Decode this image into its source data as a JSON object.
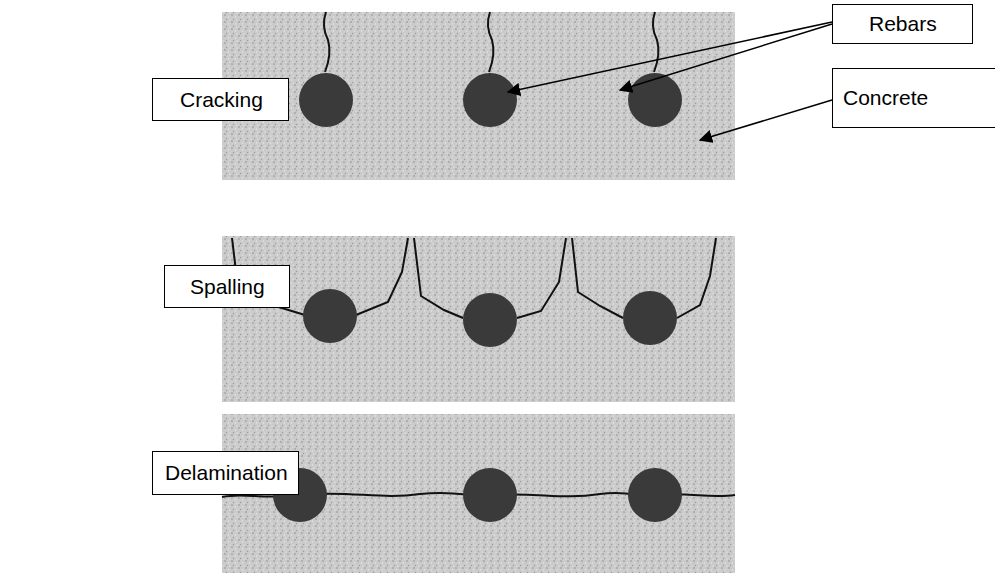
{
  "diagram": {
    "nodes": [
      {
        "text": [
          "Rebars"
        ]
      },
      {
        "text": [
          "Cracking"
        ]
      },
      {
        "text": [
          "Concrete"
        ]
      },
      {
        "text": [
          "Spalling"
        ]
      },
      {
        "text": [
          "Delamination"
        ]
      }
    ]
  }
}
